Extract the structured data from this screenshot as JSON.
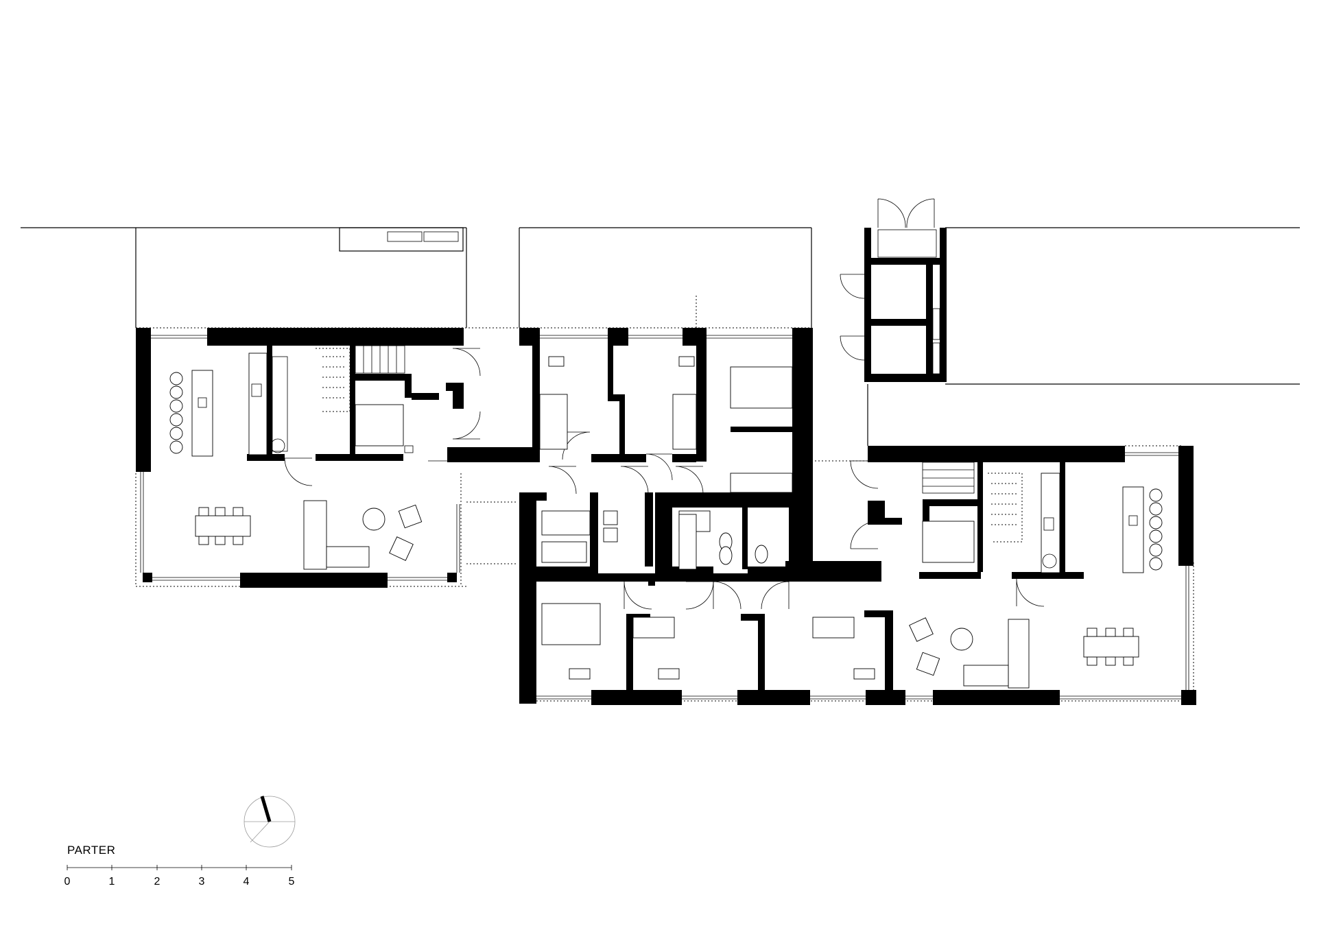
{
  "plan": {
    "title": "PARTER",
    "scale_labels": [
      "0",
      "1",
      "2",
      "3",
      "4",
      "5"
    ]
  },
  "colors": {
    "wall": "#000000",
    "line": "#000000",
    "gray_line": "#9a9a9a",
    "background": "#ffffff"
  },
  "icons": {
    "north": "north-arrow-icon"
  }
}
